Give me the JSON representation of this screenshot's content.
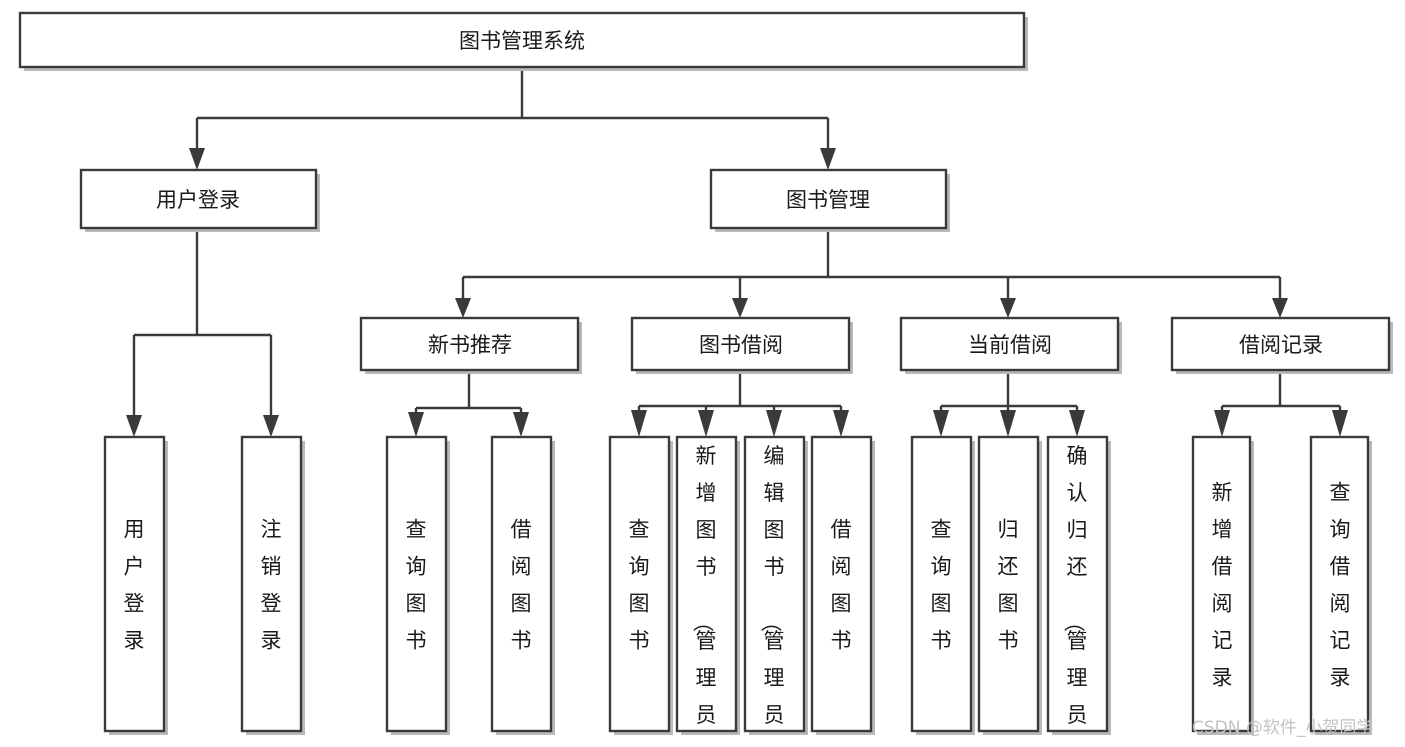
{
  "diagram": {
    "type": "tree-hierarchy",
    "title": "图书管理系统",
    "orientation": "top-down",
    "colors": {
      "background": "#ffffff",
      "box_stroke": "#3a3a3a",
      "box_fill": "#ffffff",
      "box_shadow": "#b9b9b9",
      "text": "#1a1a1a",
      "watermark": "#c3c3c3"
    },
    "root": {
      "id": "root",
      "label": "图书管理系统",
      "orientation": "horizontal"
    },
    "level1": [
      {
        "id": "user-login",
        "label": "用户登录",
        "orientation": "horizontal"
      },
      {
        "id": "book-management",
        "label": "图书管理",
        "orientation": "horizontal"
      }
    ],
    "level2": [
      {
        "id": "new-book-recommend",
        "label": "新书推荐",
        "orientation": "horizontal"
      },
      {
        "id": "book-borrow",
        "label": "图书借阅",
        "orientation": "horizontal"
      },
      {
        "id": "current-borrow",
        "label": "当前借阅",
        "orientation": "horizontal"
      },
      {
        "id": "borrow-record",
        "label": "借阅记录",
        "orientation": "horizontal"
      }
    ],
    "leaves": [
      {
        "id": "leaf-user-login",
        "parent": "user-login",
        "label": "用户登录",
        "orientation": "vertical"
      },
      {
        "id": "leaf-user-logout",
        "parent": "user-login",
        "label": "注销登录",
        "orientation": "vertical"
      },
      {
        "id": "leaf-query-book-recommend",
        "parent": "new-book-recommend",
        "label": "查询图书",
        "orientation": "vertical"
      },
      {
        "id": "leaf-borrow-book-recommend",
        "parent": "new-book-recommend",
        "label": "借阅图书",
        "orientation": "vertical"
      },
      {
        "id": "leaf-query-book-borrow",
        "parent": "book-borrow",
        "label": "查询图书",
        "orientation": "vertical"
      },
      {
        "id": "leaf-add-book",
        "parent": "book-borrow",
        "label": "新增图书（管理员）",
        "orientation": "vertical"
      },
      {
        "id": "leaf-edit-book",
        "parent": "book-borrow",
        "label": "编辑图书（管理员）",
        "orientation": "vertical"
      },
      {
        "id": "leaf-borrow-book",
        "parent": "book-borrow",
        "label": "借阅图书",
        "orientation": "vertical"
      },
      {
        "id": "leaf-query-book-current",
        "parent": "current-borrow",
        "label": "查询图书",
        "orientation": "vertical"
      },
      {
        "id": "leaf-return-book",
        "parent": "current-borrow",
        "label": "归还图书",
        "orientation": "vertical"
      },
      {
        "id": "leaf-confirm-return",
        "parent": "current-borrow",
        "label": "确认归还（管理员）",
        "orientation": "vertical"
      },
      {
        "id": "leaf-add-borrow-record",
        "parent": "borrow-record",
        "label": "新增借阅记录",
        "orientation": "vertical"
      },
      {
        "id": "leaf-query-borrow-record",
        "parent": "borrow-record",
        "label": "查询借阅记录",
        "orientation": "vertical"
      }
    ]
  },
  "watermark": {
    "label": "CSDN @软件_小贺同学"
  }
}
